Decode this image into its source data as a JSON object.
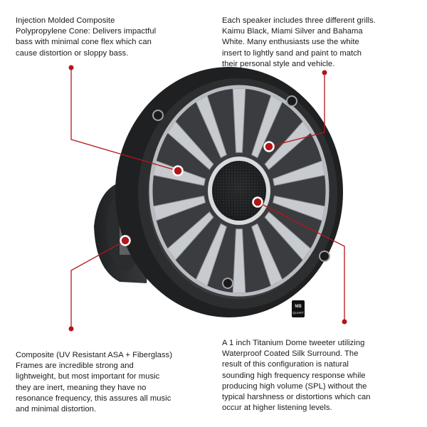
{
  "callouts": {
    "cone": "Injection Molded Composite\nPolypropylene Cone: Delivers impactful\nbass with minimal cone flex which can\ncause distortion or sloppy bass.",
    "grills": "Each speaker includes three different grills.\nKaimu Black, Miami Silver and Bahama\nWhite. Many enthusiasts use the white\ninsert to lightly sand and paint to match\ntheir personal style and vehicle.",
    "frames": "Composite (UV Resistant ASA + Fiberglass)\nFrames are incredible strong and\nlightweight, but most important for music\nthey are inert, meaning they have no\nresonance frequency, this assures all music\nand minimal distortion.",
    "tweeter": "A 1 inch Titanium Dome tweeter utilizing\nWaterproof Coated Silk Surround. The\nresult of this configuration is natural\nsounding high frequency response while\nproducing high volume (SPL) without the\ntypical harshness or distortions which can\noccur at higher listening levels."
  },
  "badge": {
    "line1": "MB",
    "line2": "QUART"
  },
  "colors": {
    "accent": "#b3151b",
    "frame": "#2c2e30",
    "grill": "#c7cace"
  }
}
